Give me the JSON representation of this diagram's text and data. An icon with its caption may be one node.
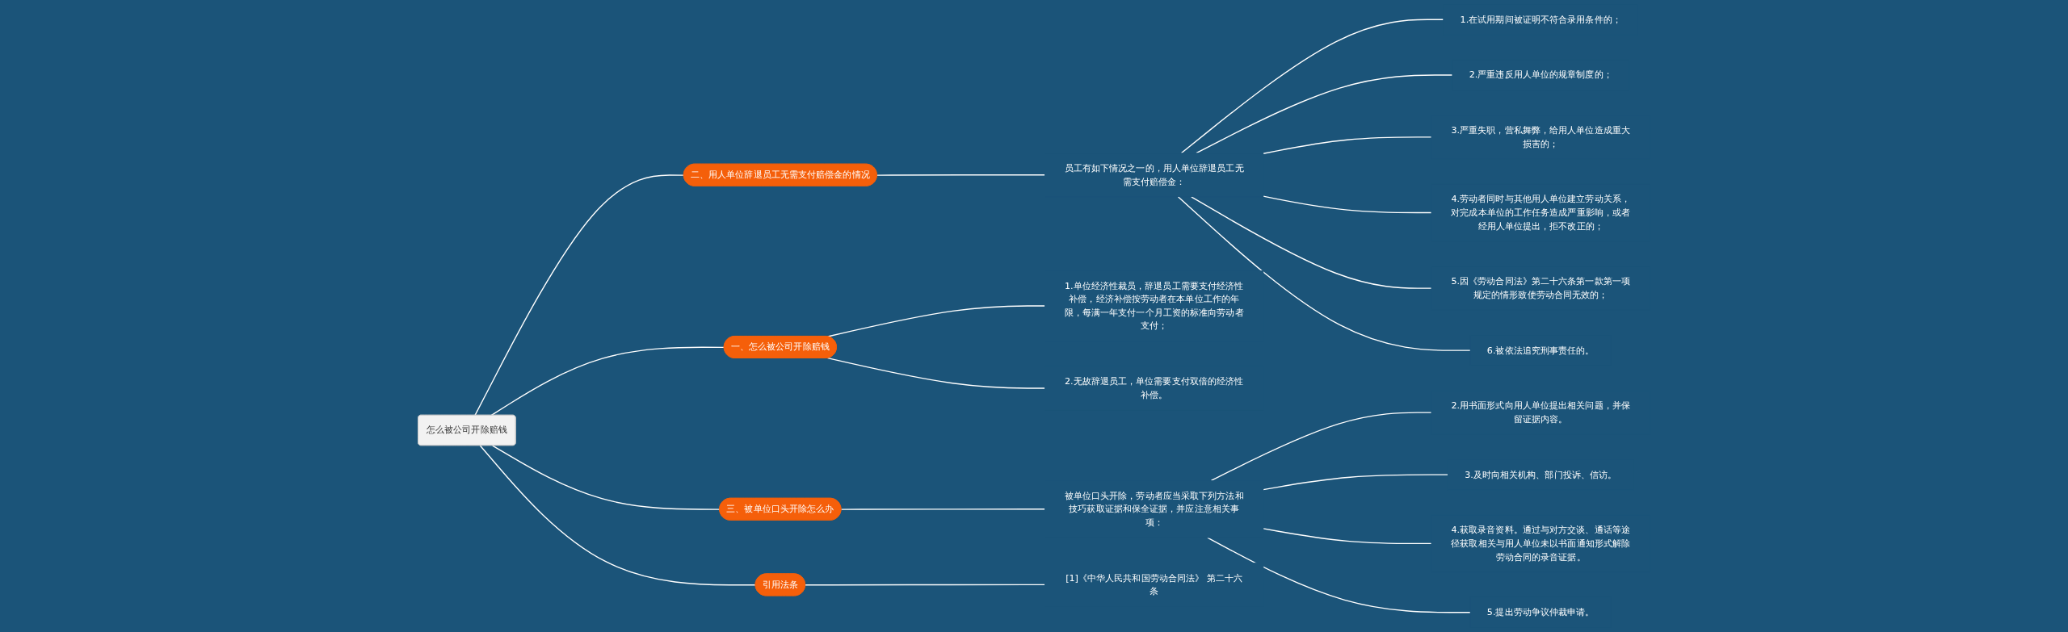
{
  "diagram": {
    "nodes": [
      {
        "text": [
          "怎么被公司开除赔钱"
        ]
      },
      {
        "text": [
          "二、用人单位辞退员工无需支付赔偿金的情况"
        ]
      },
      {
        "text": [
          "员工有如下情况之一的，用人单位辞退员工无需支付赔偿金："
        ]
      },
      {
        "text": [
          "1.在试用期间被证明不符合录用条件的；"
        ]
      },
      {
        "text": [
          "2.严重违反用人单位的规章制度的；"
        ]
      },
      {
        "text": [
          "3.严重失职，营私舞弊，给用人单位造成重大损害的；"
        ]
      },
      {
        "text": [
          "4.劳动者同时与其他用人单位建立劳动关系，对完成本单位的工作任务造成严重影响，或者经用人单位提出，拒不改正的；"
        ]
      },
      {
        "text": [
          "5.因《劳动合同法》第二十六条第一款第一项规定的情形致使劳动合同无效的；"
        ]
      },
      {
        "text": [
          "6.被依法追究刑事责任的。"
        ]
      },
      {
        "text": [
          "引用法条"
        ]
      },
      {
        "text": [
          "[1]《中华人民共和国劳动合同法》 第二十六条"
        ]
      },
      {
        "text": [
          "一、怎么被公司开除赔钱"
        ]
      },
      {
        "text": [
          "1.单位经济性裁员，辞退员工需要支付经济性补偿，经济补偿按劳动者在本单位工作的年限，每满一年支付一个月工资的标准向劳动者支付；"
        ]
      },
      {
        "text": [
          "2.无故辞退员工，单位需要支付双倍的经济性补偿。"
        ]
      },
      {
        "text": [
          "三、被单位口头开除怎么办"
        ]
      },
      {
        "text": [
          "被单位口头开除，劳动者应当采取下列方法和技巧获取证据和保全证据，并应注意相关事项："
        ]
      },
      {
        "text": [
          "2.用书面形式向用人单位提出相关问题，并保留证据内容。"
        ]
      },
      {
        "text": [
          "3.及时向相关机构、部门投诉、信访。"
        ]
      },
      {
        "text": [
          "4.获取录音资料。通过与对方交谈、通话等途径获取相关与用人单位未以书面通知形式解除劳动合同的录音证据。"
        ]
      },
      {
        "text": [
          "5.提出劳动争议仲裁申请。"
        ]
      }
    ],
    "edges": [
      {
        "from": 0,
        "to": 1,
        "arrow": "none"
      },
      {
        "from": 1,
        "to": 2,
        "arrow": "none"
      },
      {
        "from": 2,
        "to": 3,
        "arrow": "none"
      },
      {
        "from": 2,
        "to": 4,
        "arrow": "none"
      },
      {
        "from": 2,
        "to": 5,
        "arrow": "none"
      },
      {
        "from": 2,
        "to": 6,
        "arrow": "none"
      },
      {
        "from": 2,
        "to": 7,
        "arrow": "none"
      },
      {
        "from": 2,
        "to": 8,
        "arrow": "none"
      },
      {
        "from": 0,
        "to": 9,
        "arrow": "none"
      },
      {
        "from": 9,
        "to": 10,
        "arrow": "none"
      },
      {
        "from": 0,
        "to": 11,
        "arrow": "none"
      },
      {
        "from": 11,
        "to": 12,
        "arrow": "none"
      },
      {
        "from": 11,
        "to": 13,
        "arrow": "none"
      },
      {
        "from": 0,
        "to": 14,
        "arrow": "none"
      },
      {
        "from": 14,
        "to": 15,
        "arrow": "none"
      },
      {
        "from": 15,
        "to": 16,
        "arrow": "none"
      },
      {
        "from": 15,
        "to": 17,
        "arrow": "none"
      },
      {
        "from": 15,
        "to": 18,
        "arrow": "none"
      },
      {
        "from": 15,
        "to": 19,
        "arrow": "none"
      }
    ]
  }
}
